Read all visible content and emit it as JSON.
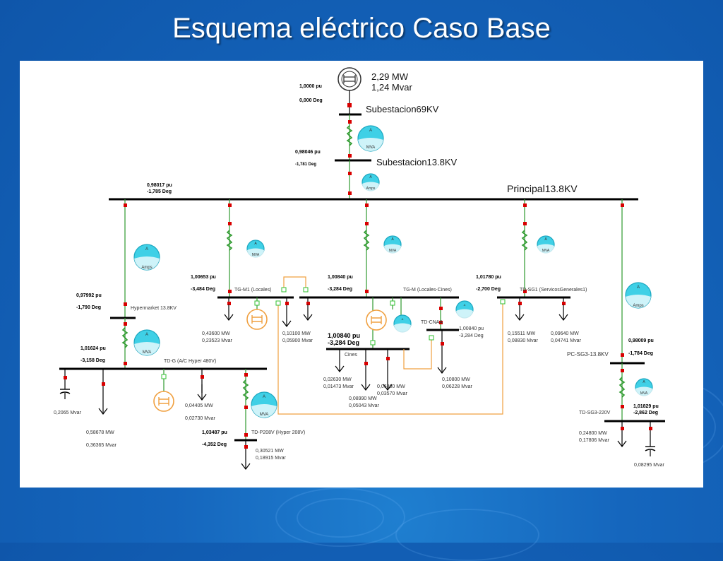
{
  "title": "Esquema eléctrico Caso Base",
  "colors": {
    "bus": "#000000",
    "line": "#2e9a2e",
    "breaker": "#d90000",
    "meter": "#3fd0e6",
    "tie": "#f0a040",
    "node": "#30c030"
  },
  "source": {
    "icon": "generator-icon",
    "mw": "2,29 MW",
    "mvar": "1,24 Mvar",
    "pu": "1,0000 pu",
    "deg": "0,000 Deg"
  },
  "buses": {
    "sub69": {
      "name": "Subestacion69KV"
    },
    "sub138": {
      "name": "Subestacion13.8KV",
      "pu": "0,98046 pu",
      "deg": "-1,781 Deg"
    },
    "principal": {
      "name": "Principal13.8KV",
      "pu": "0,98017 pu",
      "deg": "-1,785 Deg"
    },
    "hyper": {
      "name": "Hypermarket 13.8KV",
      "pu": "0,97992 pu",
      "deg": "-1,790 Deg"
    },
    "tdg": {
      "name": "TD-G (A/C Hyper 480V)",
      "pu": "1,01624 pu",
      "deg": "-3,158 Deg"
    },
    "tdp208": {
      "name": "TD-P208V (Hyper 208V)",
      "pu": "1,03487 pu",
      "deg": "-4,352 Deg"
    },
    "tgm1": {
      "name": "TG-M1 (Locales)",
      "pu": "1,00653 pu",
      "deg": "-3,484 Deg"
    },
    "tgm": {
      "name": "TG-M (Locales-Cines)",
      "pu": "1,00840 pu",
      "deg": "-3,284 Deg"
    },
    "cines": {
      "name": "Cines",
      "pu": "1,00840 pu",
      "deg": "-3,284 Deg"
    },
    "tdcnaa": {
      "name": "TD-CNAA",
      "pu": "1,00840 pu",
      "deg": "-3,284 Deg"
    },
    "tdsg1": {
      "name": "TD-SG1 (ServicosGenerales1)",
      "pu": "1,01780 pu",
      "deg": "-2,700 Deg"
    },
    "pcsg3": {
      "name": "PC-SG3-13.8KV",
      "pu": "0,98009 pu",
      "deg": "-1,784 Deg"
    },
    "tdsg3": {
      "name": "TD-SG3-220V",
      "pu": "1,01829 pu",
      "deg": "-2,862 Deg"
    }
  },
  "meters": {
    "mva": "MVA",
    "amps": "Amps",
    "a": "A"
  },
  "loads": {
    "tgm1_l1": {
      "mw": "0,43600 MW",
      "mvar": "0,23523 Mvar"
    },
    "tgm1_l2": {
      "mw": "0,10100 MW",
      "mvar": "0,05900 Mvar"
    },
    "cines_l1": {
      "mw": "0,02630 MW",
      "mvar": "0,01473 Mvar"
    },
    "cines_l2": {
      "mw": "0,08990 MW",
      "mvar": "0,05043 Mvar"
    },
    "cines_l3": {
      "mw": "0,06300 MW",
      "mvar": "0,03570 Mvar"
    },
    "cnaa_l1": {
      "mw": "0,10800 MW",
      "mvar": "0,06228 Mvar"
    },
    "sg1_l1": {
      "mw": "0,15511 MW",
      "mvar": "0,08830 Mvar"
    },
    "sg1_l2": {
      "mw": "0,09640 MW",
      "mvar": "0,04741 Mvar"
    },
    "tdg_cap": {
      "mvar": "0,2065 Mvar"
    },
    "tdg_l1": {
      "mw": "0,58678 MW",
      "mvar": "0,36365 Mvar"
    },
    "tdg_l2": {
      "mw": "0,04405 MW",
      "mvar": "0,02730 Mvar"
    },
    "p208_l1": {
      "mw": "0,30521 MW",
      "mvar": "0,18915 Mvar"
    },
    "sg3_l1": {
      "mw": "0,24800 MW",
      "mvar": "0,17806 Mvar"
    },
    "sg3_cap": {
      "mvar": "0,08295 Mvar"
    }
  }
}
